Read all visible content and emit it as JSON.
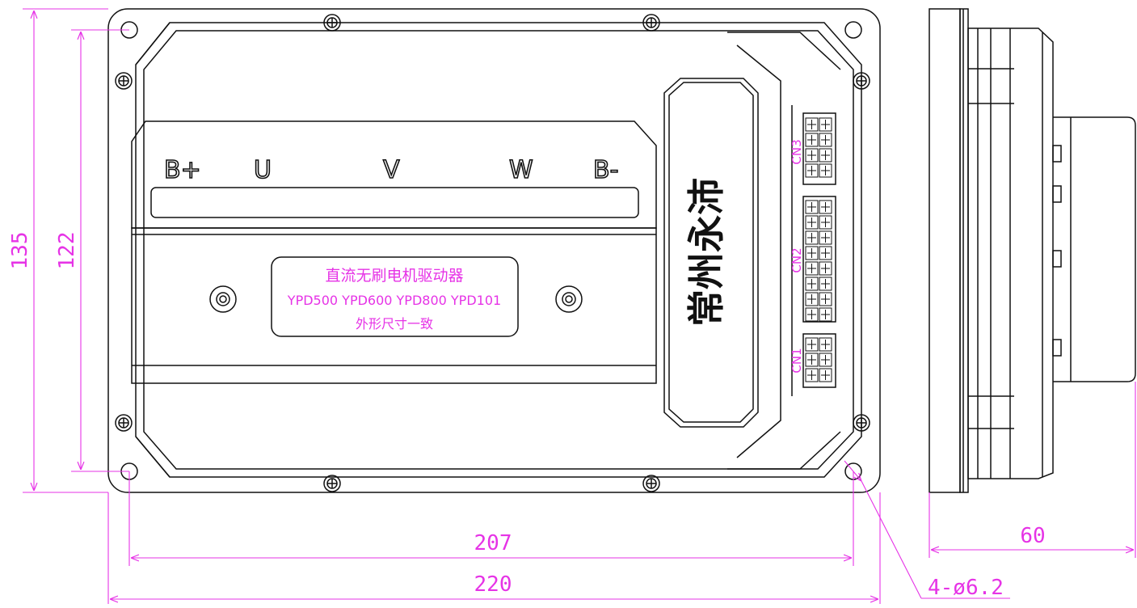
{
  "controller": {
    "terminals": [
      "B+",
      "U",
      "V",
      "W",
      "B-"
    ],
    "nameplate": {
      "title": "直流无刷电机驱动器",
      "models": "YPD500 YPD600 YPD800 YPD101",
      "note": "外形尺寸一致"
    },
    "brand": "常州永沛",
    "connectors": [
      "CN3",
      "CN2",
      "CN1"
    ]
  },
  "dimensions": {
    "height_outer": "135",
    "height_inner": "122",
    "width_inner": "207",
    "width_outer": "220",
    "depth": "60",
    "holes": "4-ø6.2"
  },
  "colors": {
    "dimension": "#e633e6",
    "outline": "#111111",
    "background": "#ffffff"
  }
}
